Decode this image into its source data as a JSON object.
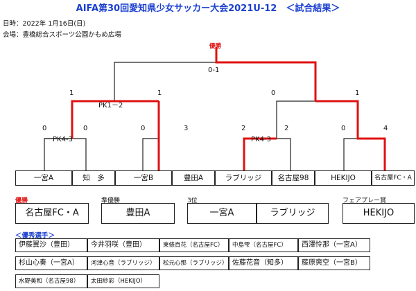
{
  "header": {
    "title": "AIFA第30回愛知県少女サッカー大会2021U-12　＜試合結果＞",
    "date": "日時：2022年 1月16日(日)",
    "venue": "会場：豊橋総合スポーツ公園かもめ広場"
  },
  "bracket": {
    "champion_mark": "優勝",
    "final_score": "0-1",
    "semi_scores": [
      "1",
      "1",
      "0",
      "1"
    ],
    "semi_pk": "PK1－2",
    "qf_scores": [
      "0",
      "0",
      "0",
      "3",
      "2",
      "2",
      "0",
      "4"
    ],
    "qf_pk_left": "PK4-3",
    "qf_pk_right": "PK4-3",
    "teams": [
      "一宮A",
      "知　多",
      "一宮B",
      "豊田A",
      "ラブリッジ",
      "名古屋98",
      "HEKIJO",
      "名古屋FC・A"
    ],
    "line_colors": {
      "winner": "#e01010",
      "normal": "#222222"
    }
  },
  "results": {
    "champion_label": "優勝",
    "champion": "名古屋FC・A",
    "runner_up_label": "準優勝",
    "runner_up": "豊田A",
    "third_label": "3位",
    "third_a": "一宮A",
    "third_b": "ラブリッジ",
    "fairplay_label": "フェアプレー賞",
    "fairplay": "HEKIJO"
  },
  "mvp": {
    "title": "＜優秀選手＞",
    "rows": [
      [
        "伊藤翼沙（豊田）",
        "今井羽咲（豊田）",
        "東條百花（名古屋FC）",
        "中島雫（名古屋FC）",
        "西澤怜那（一宮A）"
      ],
      [
        "杉山心奏（一宮A）",
        "河津心音（ラブリッジ）",
        "松元心那（ラブリッジ）",
        "佐藤花音（知多）",
        "藤原爽空（一宮B）"
      ],
      [
        "水野美和（名古屋98）",
        "太田紗彩（HEKIJO）"
      ]
    ]
  }
}
